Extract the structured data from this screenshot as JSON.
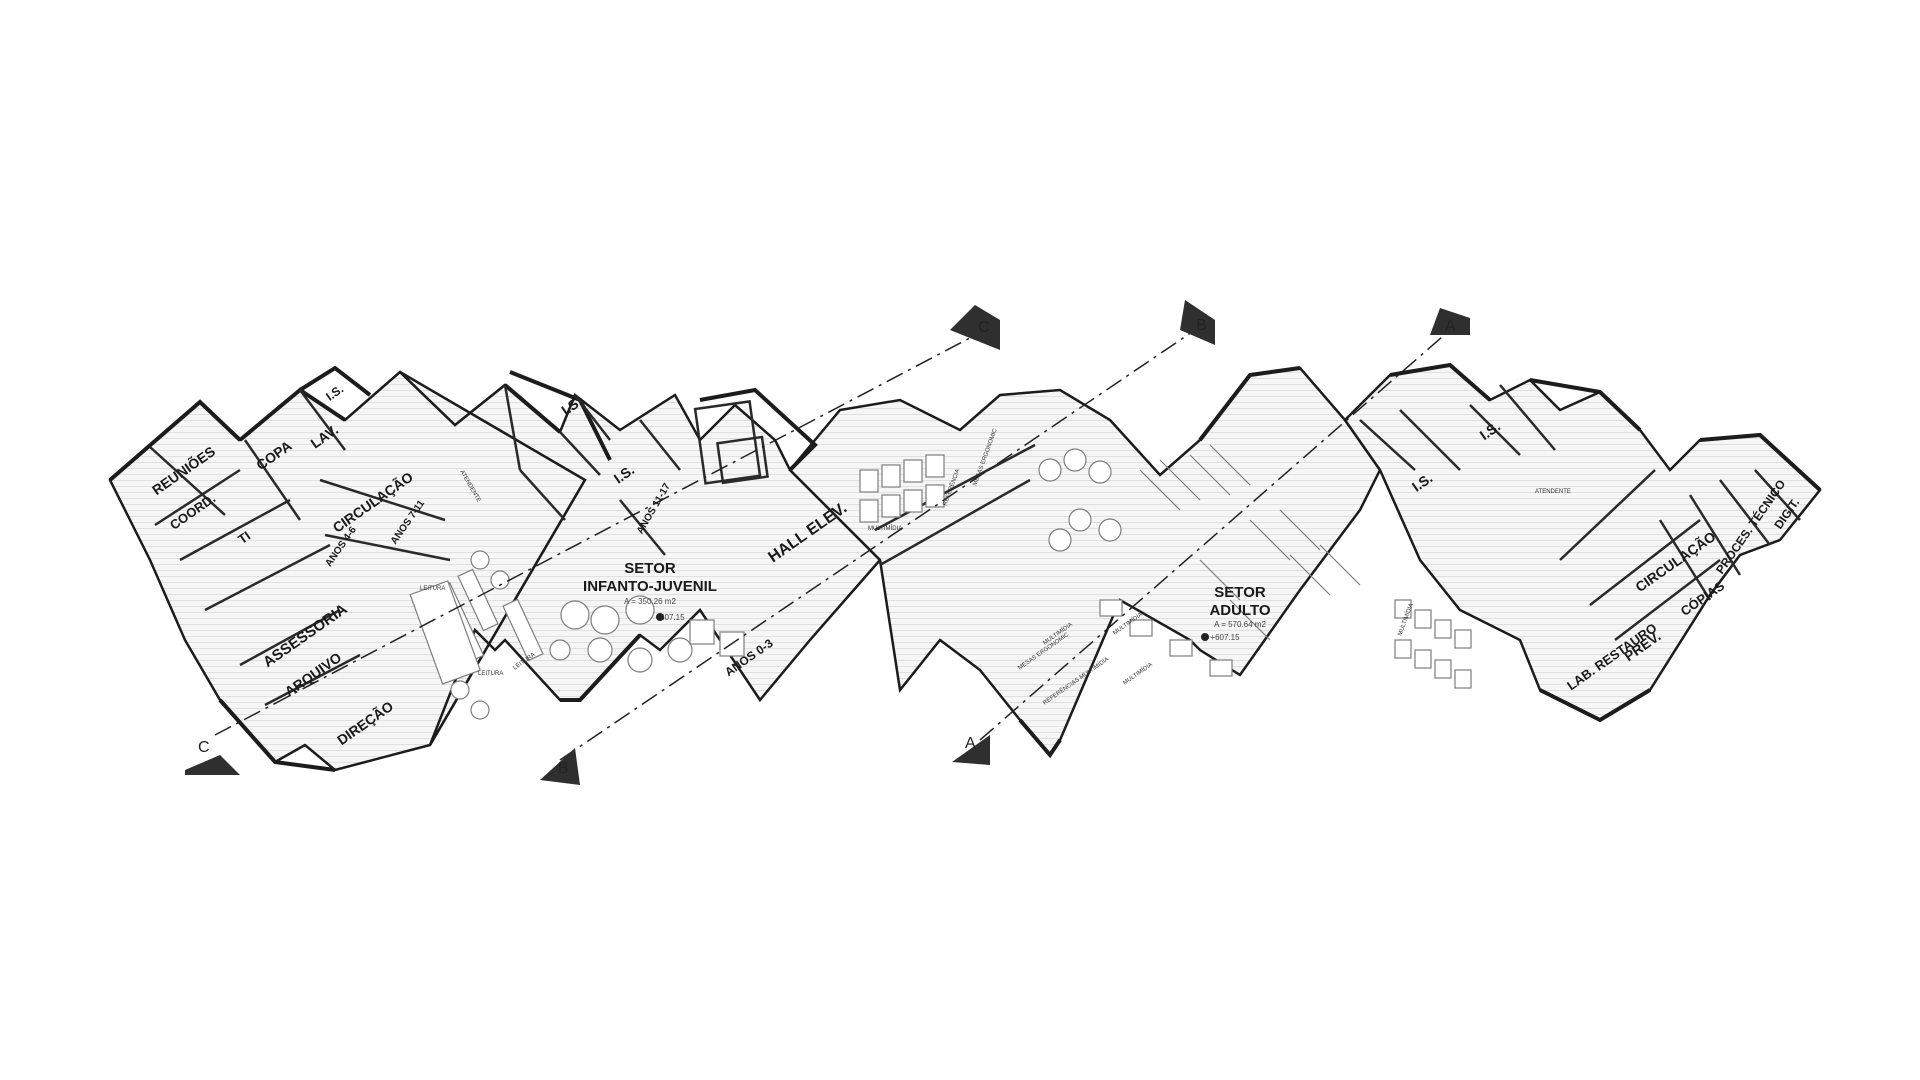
{
  "colors": {
    "background": "#ffffff",
    "wall": "#1c1c1c",
    "floor_hatch": "#cfcfcf",
    "floor_fill": "#f3f3f3",
    "furniture": "#8a8a8a",
    "section_marker": "#2f2f2f"
  },
  "section_markers": [
    "C",
    "B",
    "A",
    "C",
    "B",
    "A"
  ],
  "rooms": {
    "reunioes": "REUNIÕES",
    "copa": "COPA",
    "lav": "LAV.",
    "is_admin": "I.S.",
    "coord": "COORD.",
    "ti": "TI",
    "circulacao_admin": "CIRCULAÇÃO",
    "anos_4_6": "ANOS 4-6",
    "anos_7_11": "ANOS 7-11",
    "assessoria": "ASSESSORIA",
    "arquivo": "ARQUIVO",
    "direcao": "DIREÇÃO",
    "is_infantil_1": "I.S.",
    "is_infantil_2": "I.S.",
    "anos_11_17": "ANOS 11-17",
    "setor_infanto_title": "SETOR",
    "setor_infanto_name": "INFANTO-JUVENIL",
    "setor_infanto_area": "A = 350.26 m2",
    "setor_infanto_level": "+607.15",
    "anos_0_3": "ANOS 0-3",
    "hall_elev": "HALL ELEV.",
    "setor_adulto_title": "SETOR",
    "setor_adulto_name": "ADULTO",
    "setor_adulto_area": "A = 570.64 m2",
    "setor_adulto_level": "+607.15",
    "is_adult_1": "I.S.",
    "is_adult_2": "I.S.",
    "circulacao_tech": "CIRCULAÇÃO",
    "lab_restauro": "LAB. RESTAURO",
    "prev": "PREV.",
    "copias": "CÓPIAS",
    "proces_tecnico": "PROCES. TÉCNICO",
    "digit": "DIGIT."
  },
  "furniture_labels": {
    "atendente_1": "ATENDENTE",
    "atendente_2": "ATENDENTE",
    "leitura_1": "LEITURA",
    "leitura_2": "LEITURA",
    "leitura_3": "LEITURA",
    "multimidia_1": "MULTIMÍDIA",
    "referencia": "REFERÊNCIA",
    "mesas_ergonomic_top": "MESAS ERGONOMIC",
    "mesas_ergonomic_bottom": "MESAS ERGONOMIC",
    "multimidia_2": "MULTIMÍDIA",
    "multimidia_3": "MULTIMÍDIA",
    "multimidia_4": "MULTIMÍDIA",
    "referencias_multimidia": "REFERÊNCIAS MULTIMÍDIA",
    "multimidia_5": "MULTIMÍDIA"
  }
}
